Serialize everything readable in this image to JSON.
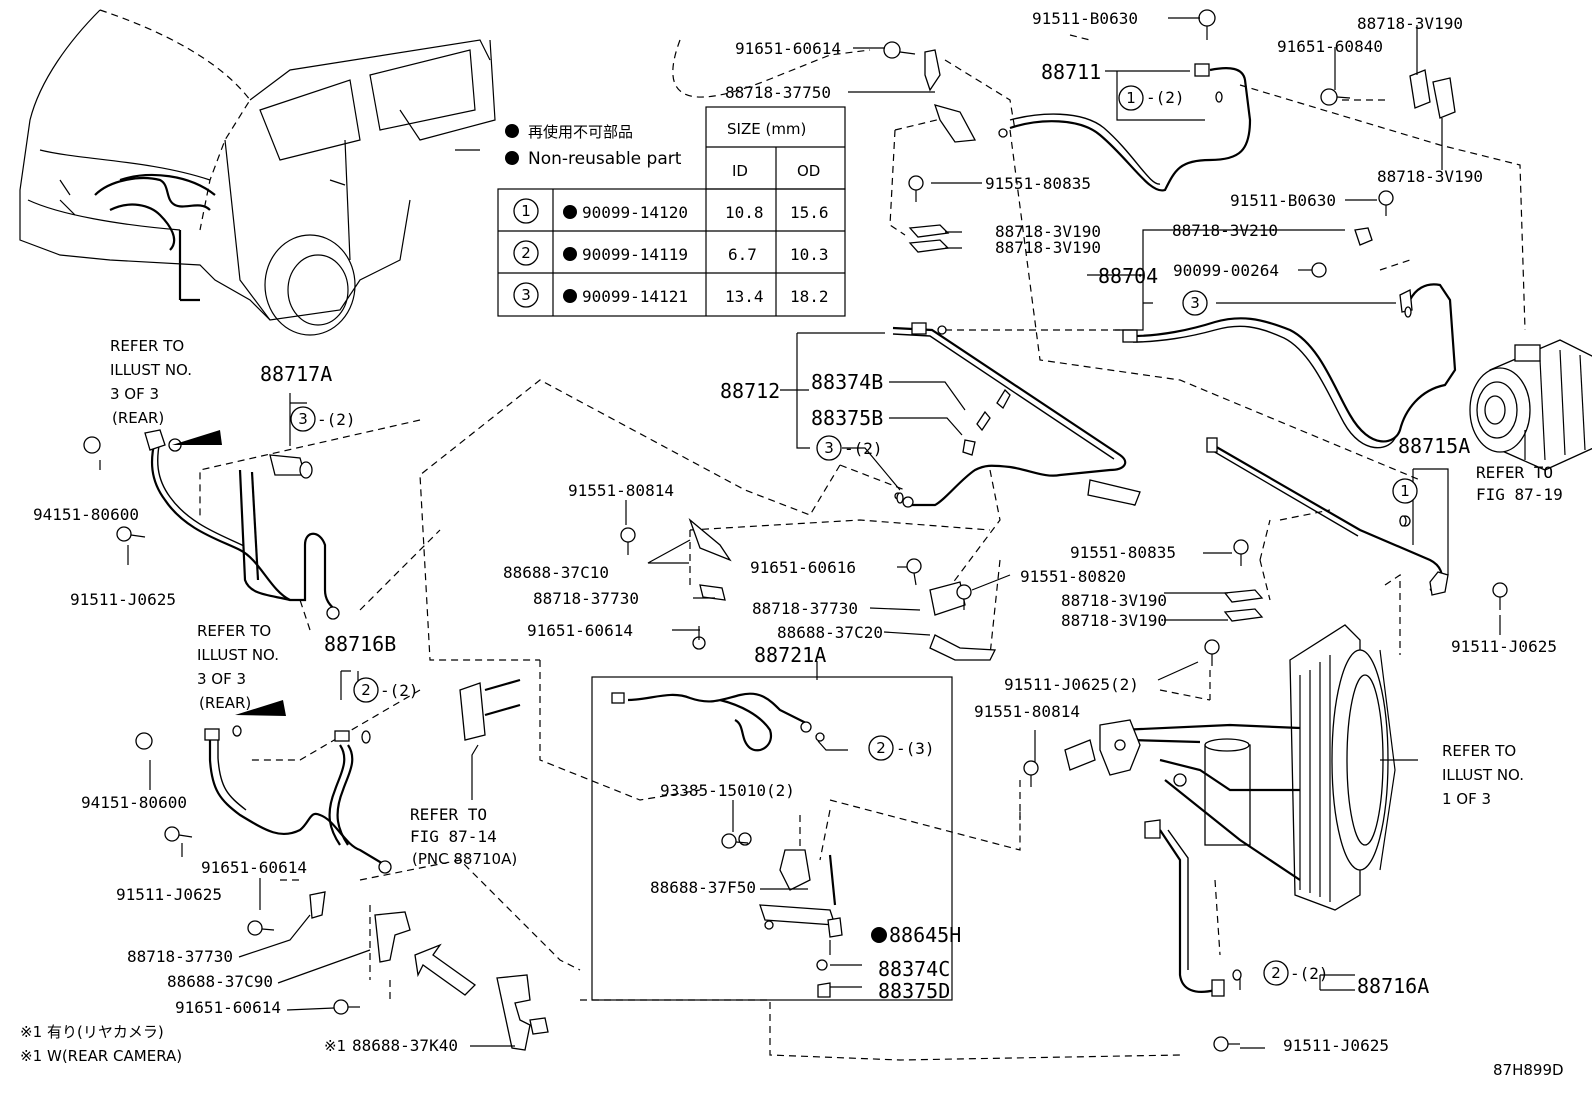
{
  "diagram_code": "87H899D",
  "legend": {
    "jp": "再使用不可部品",
    "en": "Non-reusable part",
    "size_header": "SIZE (mm)",
    "col_id": "ID",
    "col_od": "OD",
    "rows": [
      {
        "num": "1",
        "part": "90099-14120",
        "id": "10.8",
        "od": "15.6"
      },
      {
        "num": "2",
        "part": "90099-14119",
        "id": "6.7",
        "od": "10.3"
      },
      {
        "num": "3",
        "part": "90099-14121",
        "id": "13.4",
        "od": "18.2"
      }
    ]
  },
  "labels": {
    "p91511_B0630_a": "91511-B0630",
    "p88718_3V190_a": "88718-3V190",
    "p91651_60614_a": "91651-60614",
    "p91651_60840": "91651-60840",
    "p88711": "88711",
    "c1_2": "-(2)",
    "p88718_37750": "88718-37750",
    "p88718_3V190_b": "88718-3V190",
    "p91551_80835_a": "91551-80835",
    "p88718_3V190_c": "88718-3V190",
    "p88718_3V190_d": "88718-3V190",
    "p91511_B0630_b": "91511-B0630",
    "p88718_3V210": "88718-3V210",
    "p88704": "88704",
    "p90099_00264": "90099-00264",
    "p88712": "88712",
    "p88374B": "88374B",
    "p88375B": "88375B",
    "c3_2_a": "-(2)",
    "p88715A": "88715A",
    "refer_fig_87_19_a": "REFER TO",
    "refer_fig_87_19_b": "FIG 87-19",
    "refer_rear1_a": "REFER TO",
    "refer_rear1_b": "ILLUST NO.",
    "refer_rear1_c": "3 OF 3",
    "refer_rear1_d": "(REAR)",
    "p88717A": "88717A",
    "c3_2_b": "-(2)",
    "p94151_80600_a": "94151-80600",
    "p91511_J0625_a": "91511-J0625",
    "p91551_80814_a": "91551-80814",
    "p88688_37C10": "88688-37C10",
    "p88718_37730_a": "88718-37730",
    "p91651_60614_b": "91651-60614",
    "p91651_60616": "91651-60616",
    "p91551_80820": "91551-80820",
    "p88718_37730_b": "88718-37730",
    "p88688_37C20": "88688-37C20",
    "p91551_80835_b": "91551-80835",
    "p88718_3V190_e": "88718-3V190",
    "p88718_3V190_f": "88718-3V190",
    "p91511_J0625_b": "91511-J0625",
    "refer_rear2_a": "REFER TO",
    "refer_rear2_b": "ILLUST NO.",
    "refer_rear2_c": "3 OF 3",
    "refer_rear2_d": "(REAR)",
    "p88716B": "88716B",
    "c2_2_a": "-(2)",
    "p88721A": "88721A",
    "c2_3": "-(3)",
    "p91511_J0625_c": "91511-J0625(2)",
    "p91551_80814_b": "91551-80814",
    "refer_illust1_a": "REFER TO",
    "refer_illust1_b": "ILLUST NO.",
    "refer_illust1_c": "1 OF 3",
    "p94151_80600_b": "94151-80600",
    "refer_fig_87_14_a": "REFER TO",
    "refer_fig_87_14_b": "FIG 87-14",
    "refer_fig_87_14_c": "(PNC 88710A)",
    "p93385_15010": "93385-15010(2)",
    "p91511_J0625_d": "91511-J0625",
    "p91651_60614_c": "91651-60614",
    "p88688_37F50": "88688-37F50",
    "p88645H": "88645H",
    "p88718_37730_c": "88718-37730",
    "p88688_37C90": "88688-37C90",
    "p88374C": "88374C",
    "p88375D": "88375D",
    "c2_2_b": "-(2)",
    "p88716A": "88716A",
    "p91651_60614_d": "91651-60614",
    "p91511_J0625_e": "91511-J0625",
    "p88688_37K40": "88688-37K40",
    "note_mark": "※1",
    "note_jp": "有り(リヤカメラ)",
    "note_w": "W(REAR CAMERA)",
    "note_mark2": "※1",
    "note_mark3": "※1"
  },
  "circle_numbers": {
    "one": "1",
    "two": "2",
    "three": "3"
  }
}
